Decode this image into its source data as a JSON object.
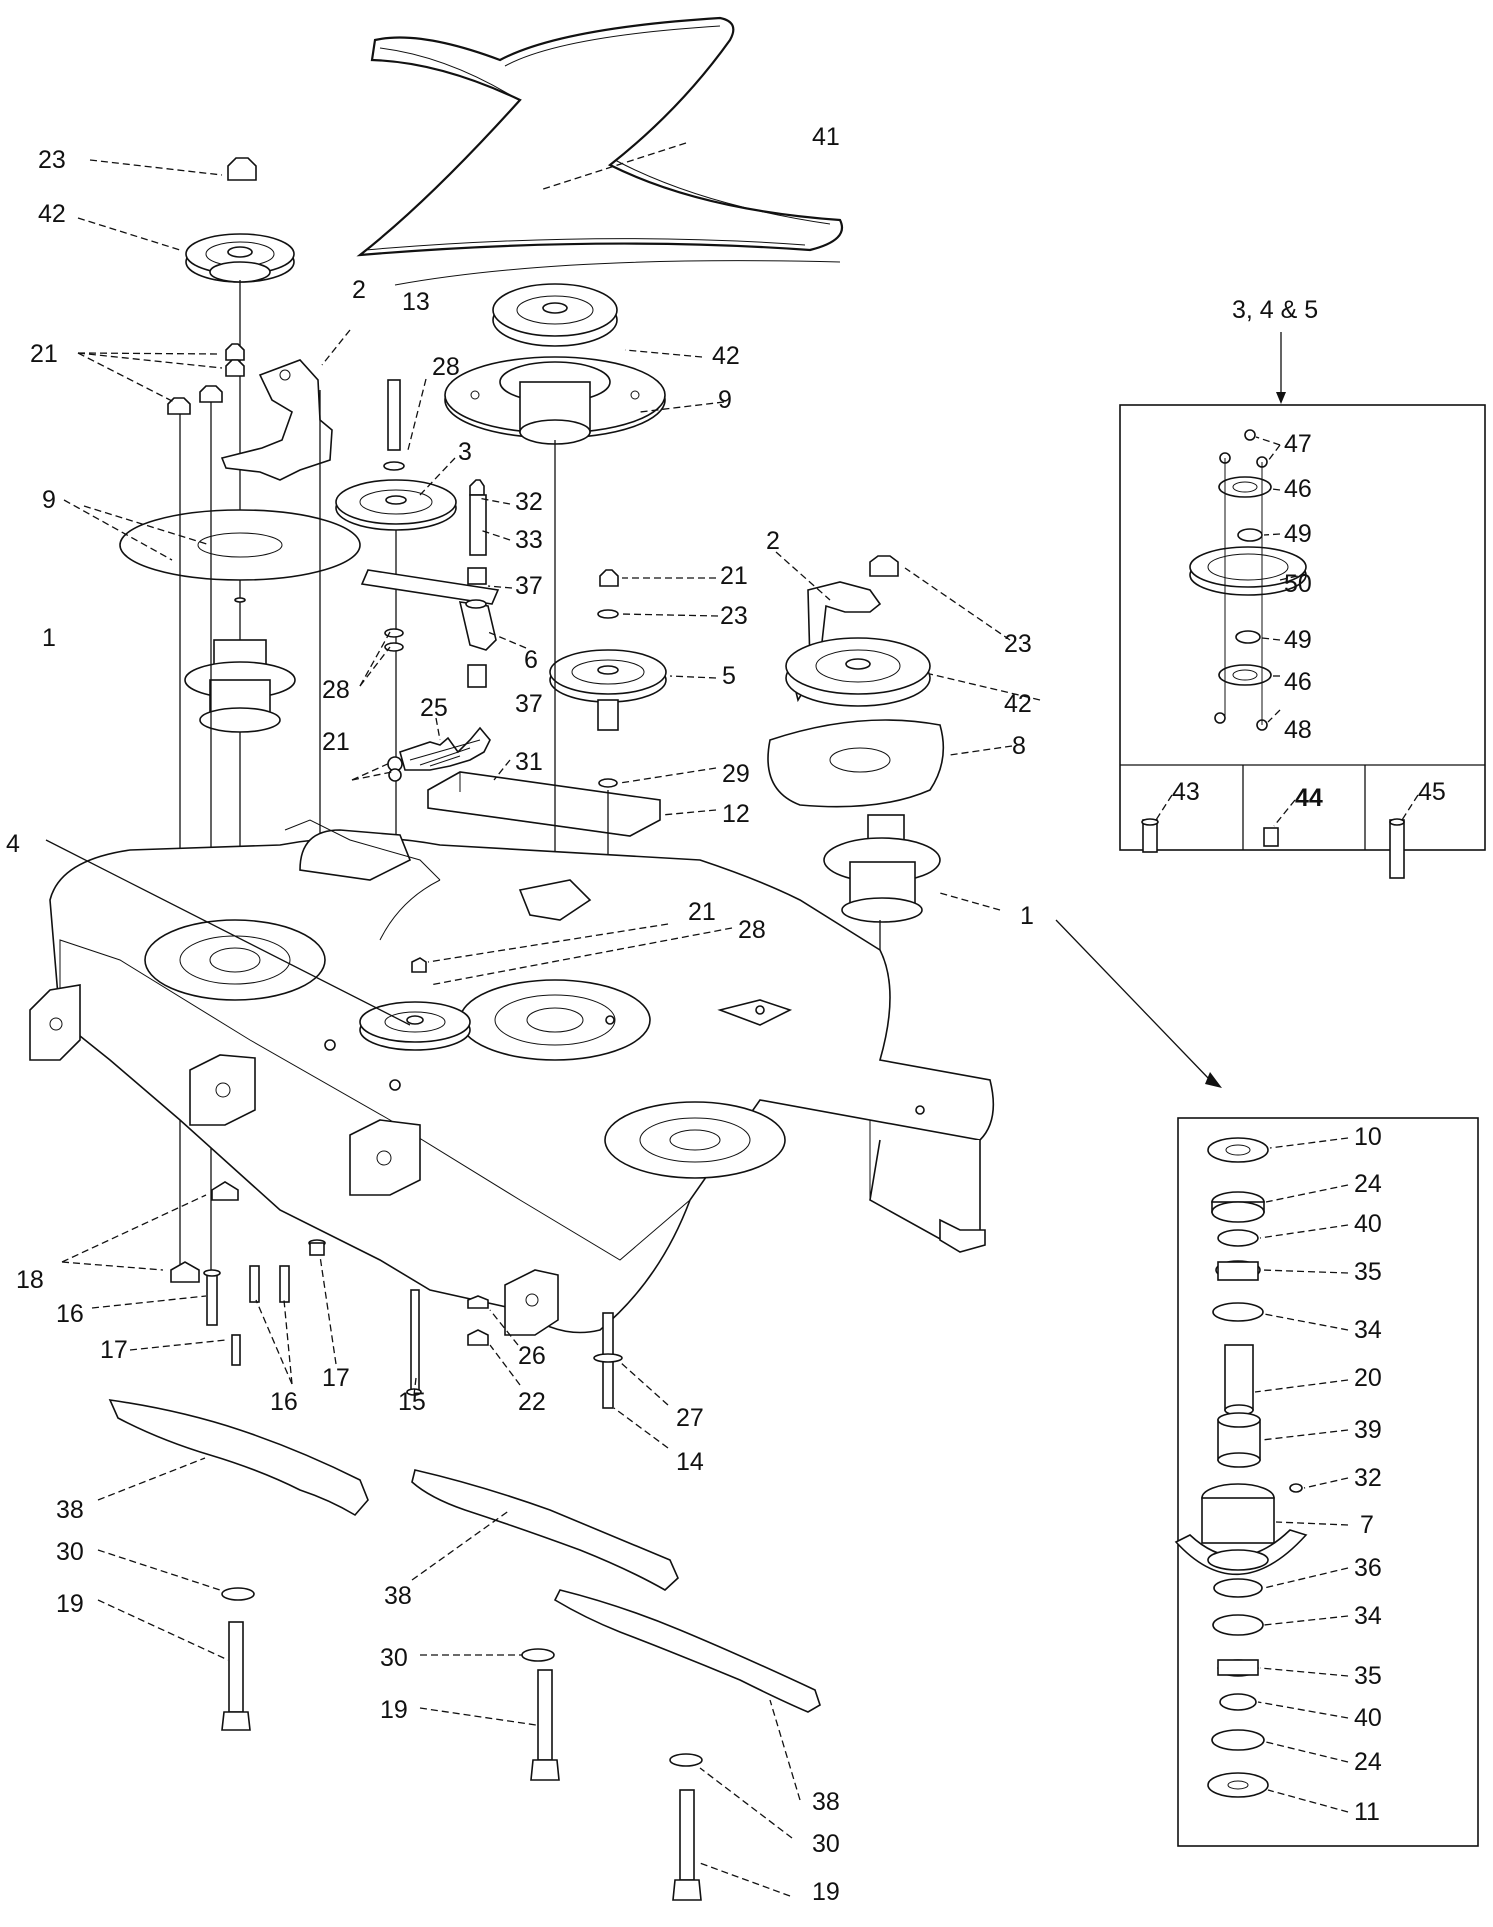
{
  "callouts": {
    "c23a": "23",
    "c42a": "42",
    "c41": "41",
    "c21a": "21",
    "c2a": "2",
    "c13": "13",
    "c28a": "28",
    "c42b": "42",
    "c9a": "9",
    "c3": "3",
    "c32a": "32",
    "c33": "33",
    "c9b": "9",
    "c37a": "37",
    "c21b": "21",
    "c23b": "23",
    "c2b": "2",
    "c23c": "23",
    "c6": "6",
    "c1a": "1",
    "c28b": "28",
    "c37b": "37",
    "c5": "5",
    "c42c": "42",
    "c25": "25",
    "c8": "8",
    "c21c": "21",
    "c31": "31",
    "c29": "29",
    "c12": "12",
    "c4": "4",
    "c21d": "21",
    "c28c": "28",
    "c1b": "1",
    "c18": "18",
    "c16a": "16",
    "c17a": "17",
    "c16b": "16",
    "c17b": "17",
    "c15": "15",
    "c26": "26",
    "c22": "22",
    "c27": "27",
    "c14": "14",
    "c38a": "38",
    "c30a": "30",
    "c19a": "19",
    "c38b": "38",
    "c30b": "30",
    "c19b": "19",
    "c38c": "38",
    "c30c": "30",
    "c19c": "19"
  },
  "inset_top": {
    "heading": "3, 4 & 5",
    "callouts": {
      "c47": "47",
      "c46a": "46",
      "c49a": "49",
      "c50": "50",
      "c49b": "49",
      "c46b": "46",
      "c48": "48"
    },
    "sub_parts": {
      "c43": "43",
      "c44": "44",
      "c45": "45"
    }
  },
  "inset_spindle": {
    "callouts": {
      "c10": "10",
      "c24a": "24",
      "c40a": "40",
      "c35a": "35",
      "c34a": "34",
      "c20": "20",
      "c39": "39",
      "c32": "32",
      "c7": "7",
      "c36": "36",
      "c34b": "34",
      "c35b": "35",
      "c40b": "40",
      "c24b": "24",
      "c11": "11"
    }
  }
}
